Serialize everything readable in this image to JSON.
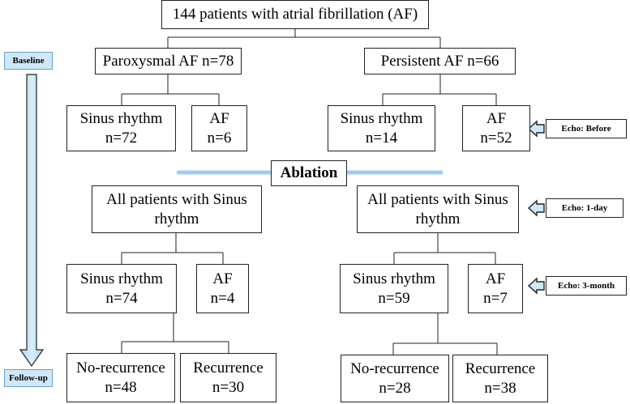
{
  "title_box": "144 patients with atrial fibrillation (AF)",
  "left": {
    "group": "Paroxysmal AF n=78",
    "sinus_label": "Sinus rhythm",
    "sinus_n": "n=72",
    "af_label": "AF",
    "af_n": "n=6",
    "post_all": "All patients with Sinus rhythm",
    "f_sinus_label": "Sinus rhythm",
    "f_sinus_n": "n=74",
    "f_af_label": "AF",
    "f_af_n": "n=4",
    "norec_label": "No-recurrence",
    "norec_n": "n=48",
    "rec_label": "Recurrence",
    "rec_n": "n=30"
  },
  "right": {
    "group": "Persistent AF n=66",
    "sinus_label": "Sinus rhythm",
    "sinus_n": "n=14",
    "af_label": "AF",
    "af_n": "n=52",
    "post_all": "All patients with Sinus rhythm",
    "f_sinus_label": "Sinus rhythm",
    "f_sinus_n": "n=59",
    "f_af_label": "AF",
    "f_af_n": "n=7",
    "norec_label": "No-recurrence",
    "norec_n": "n=28",
    "rec_label": "Recurrence",
    "rec_n": "n=38"
  },
  "ablation": "Ablation",
  "timeline": {
    "start": "Baseline",
    "end": "Follow-up"
  },
  "echo": {
    "before": "Echo: Before",
    "day1": "Echo: 1-day",
    "month3": "Echo: 3-month"
  },
  "colors": {
    "accent_fill": "#cfe7f6",
    "accent_stroke": "#6aa3c9",
    "ablation_line": "#a9cdee"
  }
}
